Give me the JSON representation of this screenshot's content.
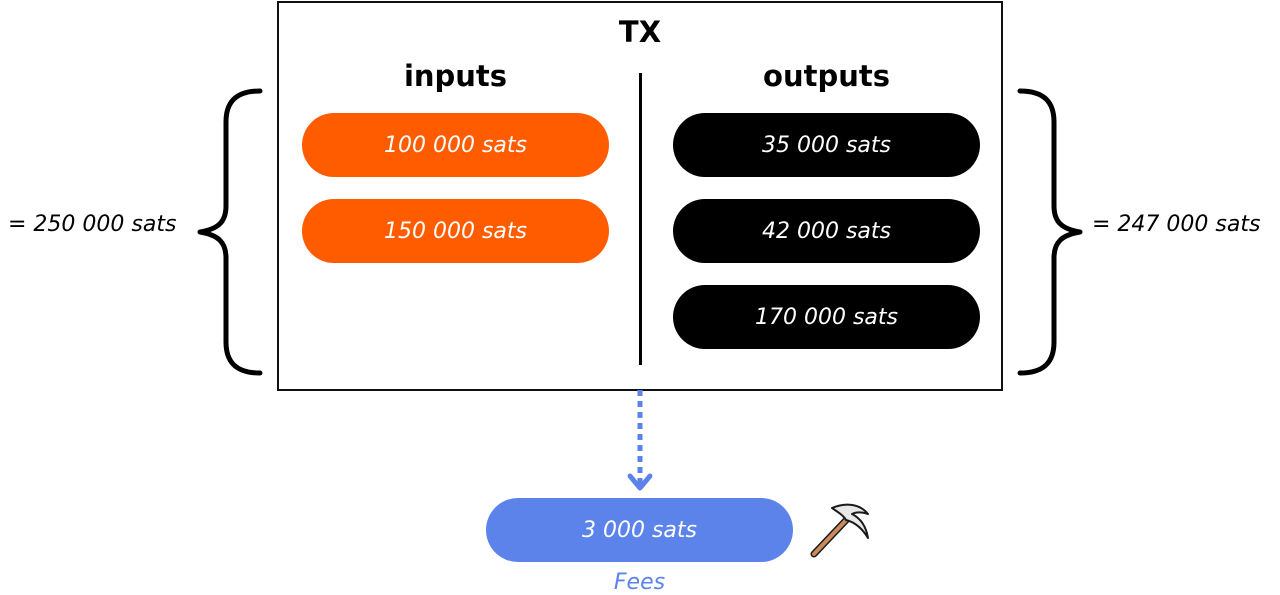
{
  "tx": {
    "title": "TX",
    "inputs_title": "inputs",
    "outputs_title": "outputs",
    "inputs": [
      {
        "label": "100 000 sats"
      },
      {
        "label": "150 000 sats"
      }
    ],
    "outputs": [
      {
        "label": "35 000 sats"
      },
      {
        "label": "42 000 sats"
      },
      {
        "label": "170 000 sats"
      }
    ]
  },
  "totals": {
    "inputs_total": "= 250 000 sats",
    "outputs_total": "= 247 000 sats"
  },
  "fees": {
    "amount": "3 000 sats",
    "label": "Fees"
  },
  "colors": {
    "input": "#ff5c00",
    "output": "#000000",
    "fee": "#5b83ea"
  },
  "icons": {
    "fee_icon": "pickaxe-icon"
  }
}
